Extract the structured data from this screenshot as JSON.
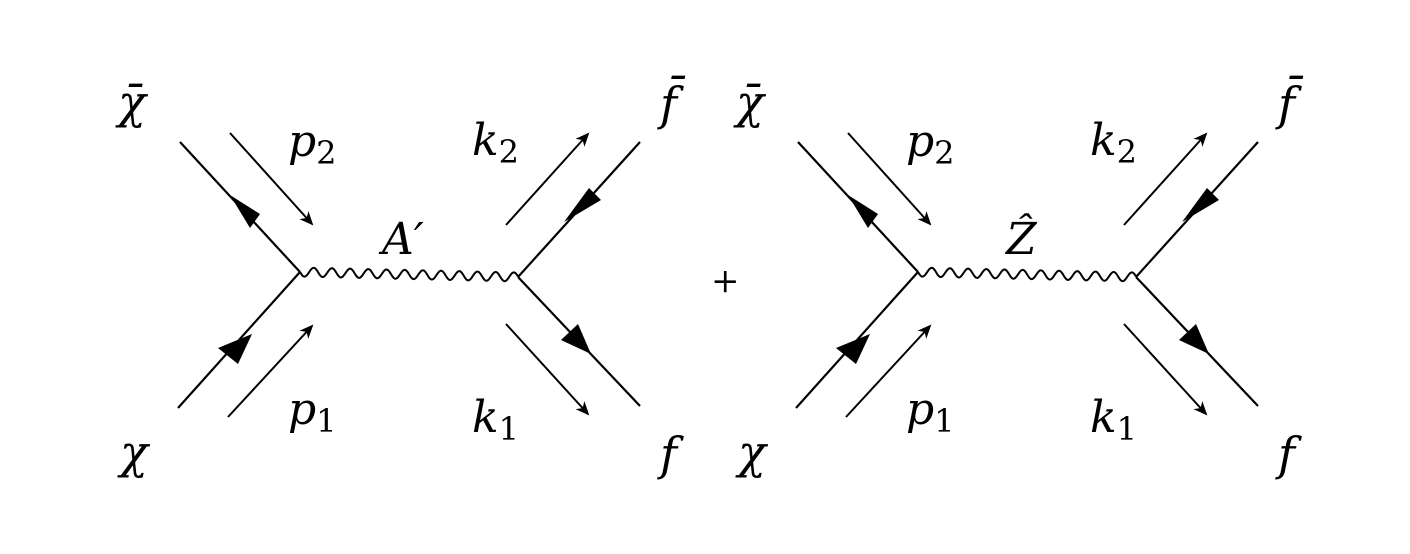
{
  "diagrams": [
    {
      "mediator": "A′",
      "particles": {
        "chi_bar": "χ̄",
        "chi": "χ",
        "f_bar": "f̄",
        "f": "f"
      },
      "momenta": {
        "p2": "p2",
        "p1": "p1",
        "k2": "k2",
        "k1": "k1"
      }
    },
    {
      "mediator": "Ẑ",
      "particles": {
        "chi_bar": "χ̄",
        "chi": "χ",
        "f_bar": "f̄",
        "f": "f"
      },
      "momenta": {
        "p2": "p2",
        "p1": "p1",
        "k2": "k2",
        "k1": "k1"
      }
    }
  ],
  "operator": "+"
}
